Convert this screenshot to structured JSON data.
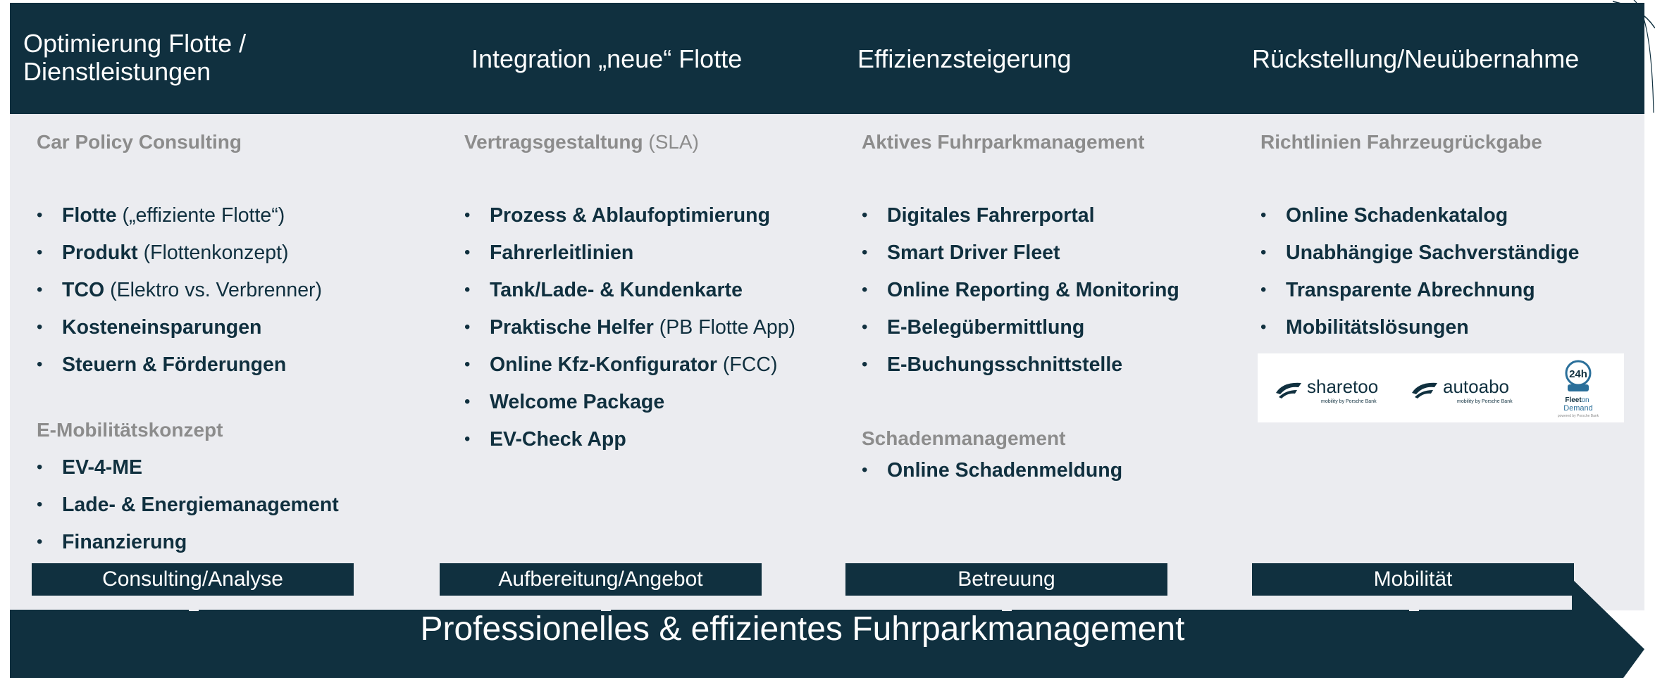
{
  "header": {
    "columns": [
      {
        "title": "Optimierung Flotte /\nDienstleistungen"
      },
      {
        "title": "Integration „neue“ Flotte"
      },
      {
        "title": "Effizienzsteigerung"
      },
      {
        "title": "Rückstellung/Neuübernahme"
      }
    ]
  },
  "col1": {
    "heading": "Car Policy Consulting",
    "items": [
      {
        "bold": "Flotte",
        "rest": " („effiziente Flotte“)"
      },
      {
        "bold": "Produkt",
        "rest": " (Flottenkonzept)"
      },
      {
        "bold": "TCO",
        "rest": " (Elektro vs. Verbrenner)"
      },
      {
        "bold": "Kosteneinsparungen",
        "rest": ""
      },
      {
        "bold": "Steuern & Förderungen",
        "rest": ""
      }
    ],
    "heading2": "E-Mobilitätskonzept",
    "items2": [
      {
        "bold": "EV-4-ME",
        "rest": ""
      },
      {
        "bold": "Lade- & Energiemanagement",
        "rest": ""
      },
      {
        "bold": "Finanzierung",
        "rest": ""
      }
    ]
  },
  "col2": {
    "heading_bold": "Vertragsgestaltung",
    "heading_light": " (SLA)",
    "items": [
      {
        "bold": "Prozess & Ablaufoptimierung",
        "rest": ""
      },
      {
        "bold": "Fahrerleitlinien",
        "rest": ""
      },
      {
        "bold": "Tank/Lade- & Kundenkarte",
        "rest": ""
      },
      {
        "bold": "Praktische Helfer",
        "rest": " (PB Flotte App)"
      },
      {
        "bold": "Online Kfz-Konfigurator",
        "rest": " (FCC)"
      },
      {
        "bold": "Welcome Package",
        "rest": ""
      },
      {
        "bold": "EV-Check App",
        "rest": ""
      }
    ]
  },
  "col3": {
    "heading": "Aktives Fuhrparkmanagement",
    "items": [
      {
        "bold": "Digitales Fahrerportal",
        "rest": ""
      },
      {
        "bold": "Smart Driver Fleet",
        "rest": ""
      },
      {
        "bold": "Online Reporting & Monitoring",
        "rest": ""
      },
      {
        "bold": "E-Belegübermittlung",
        "rest": ""
      },
      {
        "bold": "E-Buchungsschnittstelle",
        "rest": ""
      }
    ],
    "heading2": "Schadenmanagement",
    "items2": [
      {
        "bold": "Online Schadenmeldung",
        "rest": ""
      }
    ]
  },
  "col4": {
    "heading": "Richtlinien Fahrzeugrückgabe",
    "items": [
      {
        "bold": "Online Schadenkatalog",
        "rest": ""
      },
      {
        "bold": "Unabhängige Sachverständige",
        "rest": ""
      },
      {
        "bold": "Transparente Abrechnung",
        "rest": ""
      },
      {
        "bold": "Mobilitätslösungen",
        "rest": ""
      }
    ],
    "logos": {
      "sharetoo": "sharetoo",
      "sharetoo_sub": "mobility by Porsche Bank",
      "autoabo": "autoabo",
      "autoabo_sub": "mobility by Porsche Bank",
      "fleet_badge": "24h",
      "fleet_line1": "Fleet",
      "fleet_line1b": "on",
      "fleet_line2": "Demand",
      "fleet_sub": "powered by Porsche Bank"
    }
  },
  "tabs": {
    "t1": "Consulting/Analyse",
    "t2": "Aufbereitung/Angebot",
    "t3": "Betreuung",
    "t4": "Mobilität"
  },
  "banner": {
    "text": "Professionelles & effizientes Fuhrparkmanagement"
  },
  "colors": {
    "dark": "#10303f",
    "panel": "#ebecf0",
    "heading_gray": "#8c8c8c"
  }
}
